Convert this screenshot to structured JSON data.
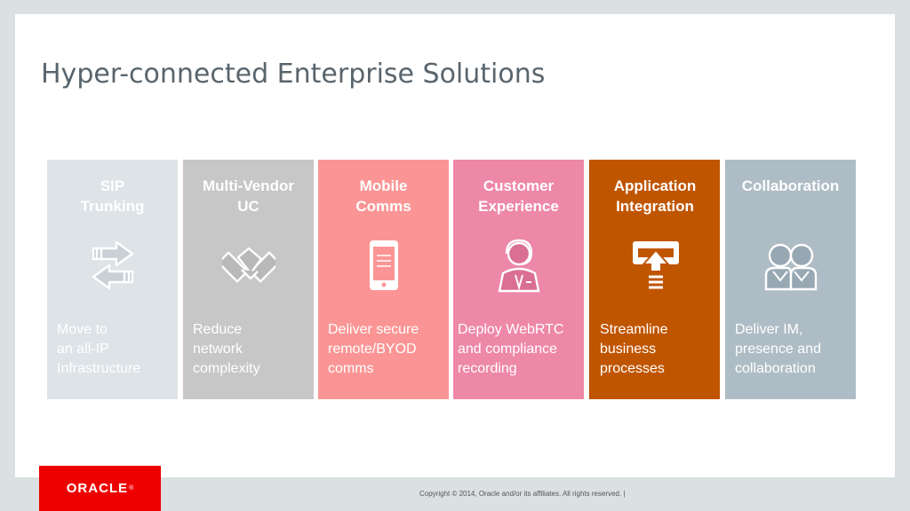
{
  "slide": {
    "title": "Hyper-connected Enterprise Solutions"
  },
  "cards": [
    {
      "title": "SIP\nTrunking",
      "icon": "arrows-exchange-icon",
      "description": "Move to\nan all-IP\nInfrastructure",
      "color": "#dde3e7"
    },
    {
      "title": "Multi-Vendor\nUC",
      "icon": "handshake-icon",
      "description": "Reduce\nnetwork\ncomplexity",
      "color": "#c7c7c8"
    },
    {
      "title": "Mobile\nComms",
      "icon": "smartphone-icon",
      "description": "Deliver secure\nremote/BYOD\ncomms",
      "color": "#fb9595"
    },
    {
      "title": "Customer\nExperience",
      "icon": "headset-agent-icon",
      "description": "Deploy WebRTC\nand compliance\nrecording",
      "color": "#ee88a8"
    },
    {
      "title": "Application\nIntegration",
      "icon": "upload-tray-icon",
      "description": "Streamline\nbusiness\nprocesses",
      "color": "#c05500"
    },
    {
      "title": "Collaboration",
      "icon": "two-people-icon",
      "description": "Deliver IM,\npresence and\ncollaboration",
      "color": "#aebcc5"
    }
  ],
  "footer": {
    "logo_text": "ORACLE",
    "logo_mark": "®",
    "logo_color": "#ee0000",
    "copyright": "Copyright © 2014, Oracle and/or its affiliates. All rights reserved.  |"
  }
}
